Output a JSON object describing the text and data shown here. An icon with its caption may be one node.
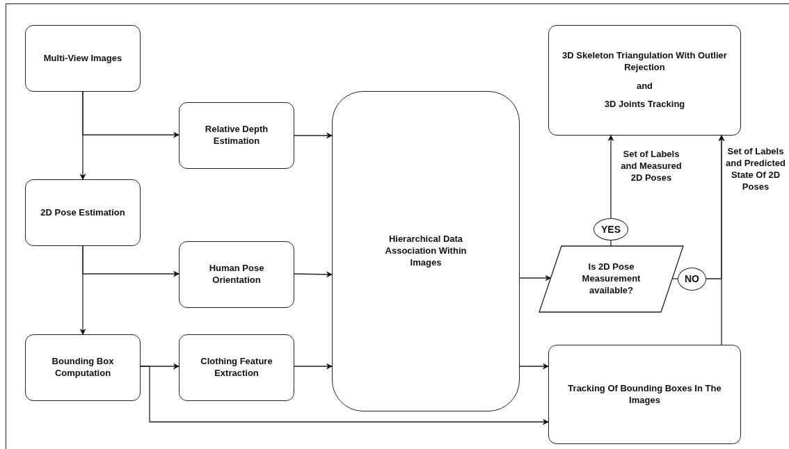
{
  "diagram": {
    "nodes": [
      {
        "text": [
          "Multi-View Images"
        ]
      },
      {
        "text": [
          "Relative Depth Estimation"
        ]
      },
      {
        "text": [
          "2D Pose Estimation"
        ]
      },
      {
        "text": [
          "Human Pose Orientation"
        ]
      },
      {
        "text": [
          "Bounding Box Computation"
        ]
      },
      {
        "text": [
          "Clothing Feature Extraction"
        ]
      },
      {
        "text": [
          "Hierarchical Data Association Within Images"
        ]
      },
      {
        "text": [
          "3D Skeleton Triangulation With Outlier Rejection",
          "and",
          "3D Joints Tracking"
        ]
      },
      {
        "text": [
          "Is 2D Pose Measurement available?"
        ]
      },
      {
        "text": [
          "YES"
        ]
      },
      {
        "text": [
          "NO"
        ]
      },
      {
        "text": [
          "Tracking Of Bounding Boxes In The Images"
        ]
      }
    ],
    "edges": [
      {
        "from": 0,
        "to": 2,
        "arrow": "to"
      },
      {
        "from": 0,
        "to": 1,
        "arrow": "to"
      },
      {
        "from": 2,
        "to": 4,
        "arrow": "to"
      },
      {
        "from": 2,
        "to": 3,
        "arrow": "to"
      },
      {
        "from": 4,
        "to": 5,
        "arrow": "to"
      },
      {
        "from": 4,
        "to": 11,
        "arrow": "to"
      },
      {
        "from": 1,
        "to": 6,
        "arrow": "to"
      },
      {
        "from": 3,
        "to": 6,
        "arrow": "to"
      },
      {
        "from": 5,
        "to": 6,
        "arrow": "to"
      },
      {
        "from": 6,
        "to": 8,
        "arrow": "to"
      },
      {
        "from": 8,
        "to": 9,
        "arrow": "none"
      },
      {
        "from": 9,
        "to": 7,
        "arrow": "to",
        "label": "Set of Labels and Measured 2D Poses"
      },
      {
        "from": 8,
        "to": 10,
        "arrow": "none"
      },
      {
        "from": 10,
        "to": 7,
        "arrow": "to"
      },
      {
        "from": 11,
        "to": 7,
        "arrow": "to",
        "label": "Set of Labels and Predicted State Of 2D Poses"
      },
      {
        "from": 6,
        "to": 11,
        "arrow": "to"
      }
    ]
  }
}
